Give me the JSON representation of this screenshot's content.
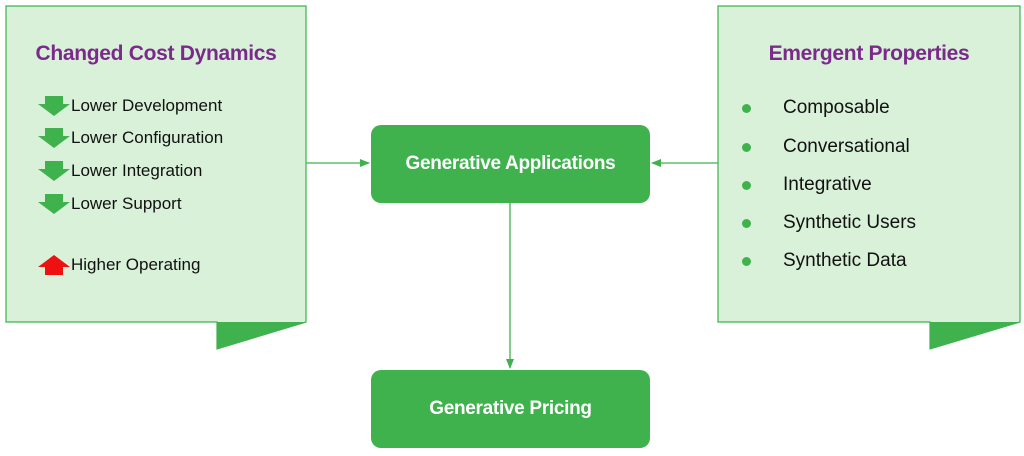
{
  "left_panel": {
    "title": "Changed Cost Dynamics",
    "items": [
      {
        "label": "Lower Development",
        "direction": "down",
        "color": "#3fb24e"
      },
      {
        "label": "Lower Configuration",
        "direction": "down",
        "color": "#3fb24e"
      },
      {
        "label": "Lower Integration",
        "direction": "down",
        "color": "#3fb24e"
      },
      {
        "label": "Lower Support",
        "direction": "down",
        "color": "#3fb24e"
      },
      {
        "label": "Higher Operating",
        "direction": "up",
        "color": "#ee1111"
      }
    ]
  },
  "right_panel": {
    "title": "Emergent Properties",
    "items": [
      {
        "label": "Composable"
      },
      {
        "label": "Conversational"
      },
      {
        "label": "Integrative"
      },
      {
        "label": "Synthetic Users"
      },
      {
        "label": "Synthetic Data"
      }
    ]
  },
  "nodes": {
    "applications": "Generative Applications",
    "pricing": "Generative Pricing"
  },
  "colors": {
    "panel_fill": "#d9f0d9",
    "panel_border": "#3fb24e",
    "node_fill": "#3fb24e",
    "title_text": "#7b2a8c",
    "arrow_down": "#3fb24e",
    "arrow_up": "#ee1111"
  }
}
